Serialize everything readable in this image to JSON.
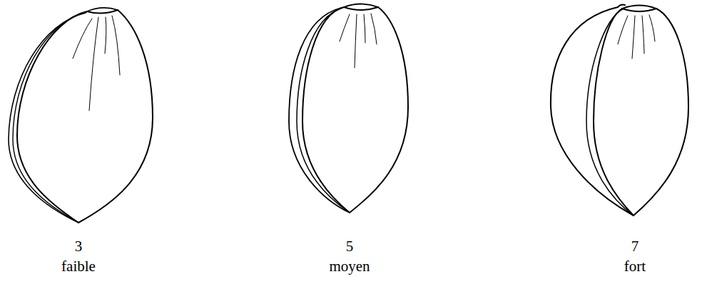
{
  "diagram": {
    "labels": [
      "3",
      "faible",
      "5",
      "moyen",
      "7",
      "fort"
    ]
  }
}
